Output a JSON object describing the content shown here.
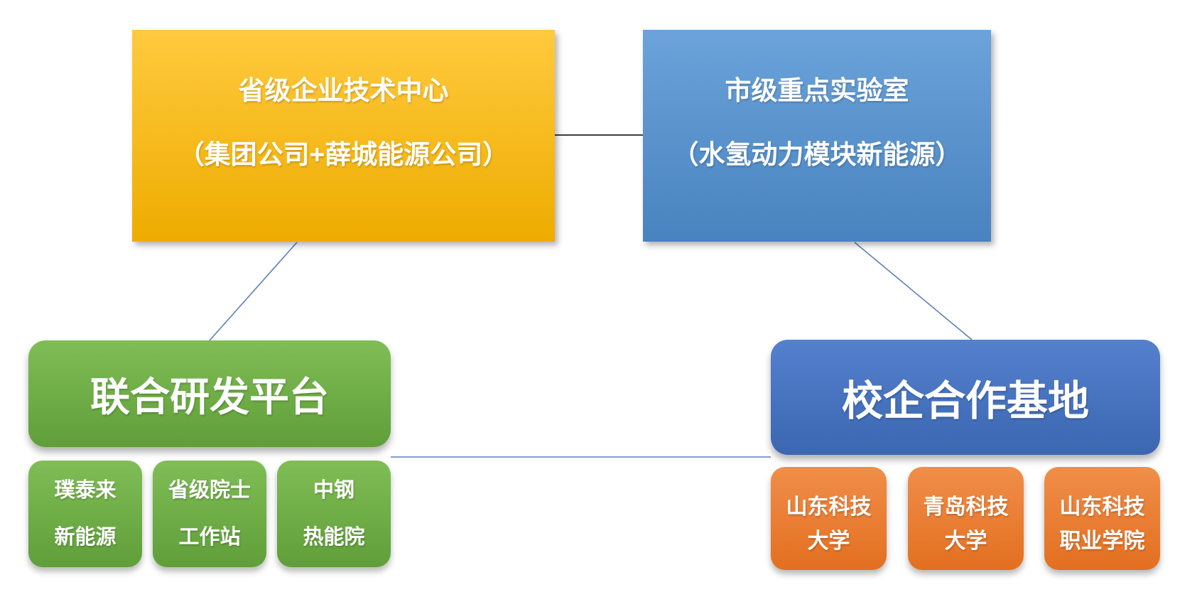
{
  "nodes": {
    "tech_center": {
      "line1": "省级企业技术中心",
      "line2": "（集团公司+薛城能源公司）"
    },
    "key_lab": {
      "line1": "市级重点实验室",
      "line2": "（水氢动力模块新能源）"
    },
    "joint_rd_platform": {
      "label": "联合研发平台"
    },
    "school_enterprise_base": {
      "label": "校企合作基地"
    },
    "rd_partners": [
      {
        "line1": "璞泰来",
        "line2": "新能源"
      },
      {
        "line1": "省级院士",
        "line2": "工作站"
      },
      {
        "line1": "中钢",
        "line2": "热能院"
      }
    ],
    "cooperation_schools": [
      {
        "line1": "山东科技",
        "line2": "大学"
      },
      {
        "line1": "青岛科技",
        "line2": "大学"
      },
      {
        "line1": "山东科技",
        "line2": "职业学院"
      }
    ]
  },
  "colors": {
    "gold_light": "#ffca3e",
    "gold_dark": "#eeac00",
    "blue_light": "#6ba3da",
    "blue_dark": "#4983bf",
    "green_light": "#80bd56",
    "green_dark": "#5f9e39",
    "navy_light": "#5480ce",
    "navy_dark": "#3b66b0",
    "orange_light": "#f08e49",
    "orange_dark": "#e36f20",
    "connector_blue": "#5f7fb8",
    "connector_dark": "#3f3f3f",
    "text": "#ffffff",
    "background": "#ffffff"
  }
}
